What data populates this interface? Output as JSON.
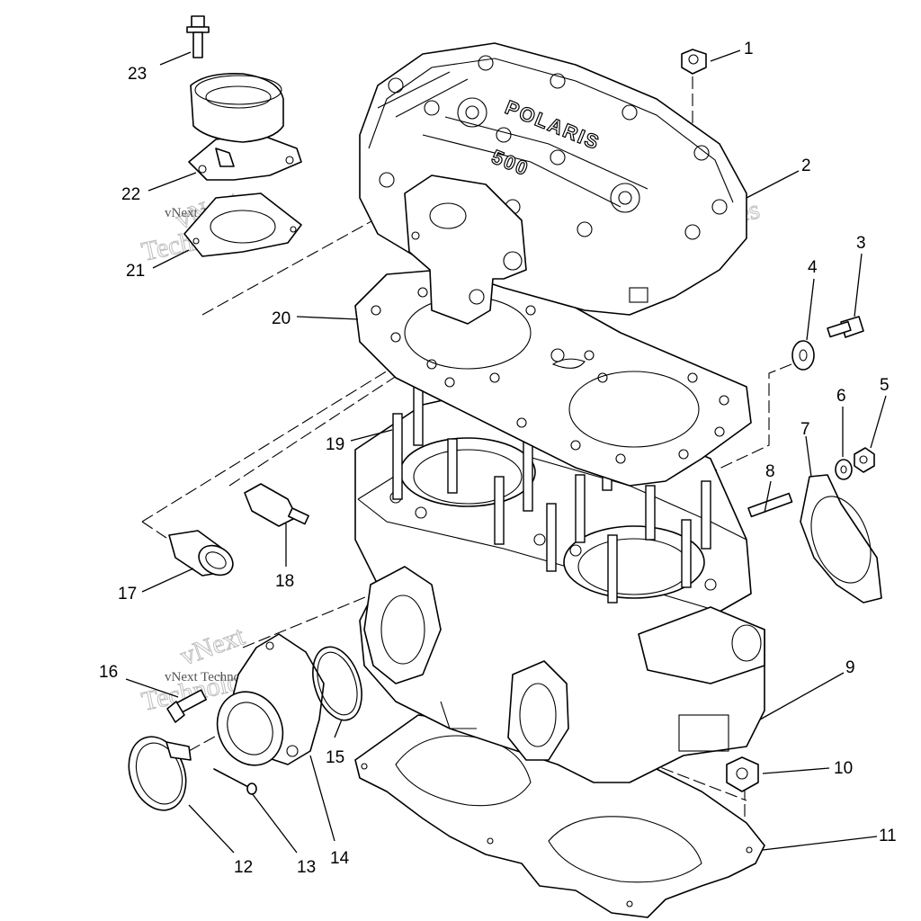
{
  "diagram": {
    "callouts": [
      "1",
      "2",
      "3",
      "4",
      "5",
      "6",
      "7",
      "8",
      "9",
      "10",
      "11",
      "12",
      "13",
      "14",
      "15",
      "16",
      "17",
      "18",
      "19",
      "20",
      "21",
      "22",
      "23"
    ],
    "embossing": {
      "brand": "POLARIS",
      "model": "500"
    },
    "watermark": {
      "small": "vNext Technologies",
      "large_a": "vNext",
      "large_b": "Technologies"
    }
  }
}
